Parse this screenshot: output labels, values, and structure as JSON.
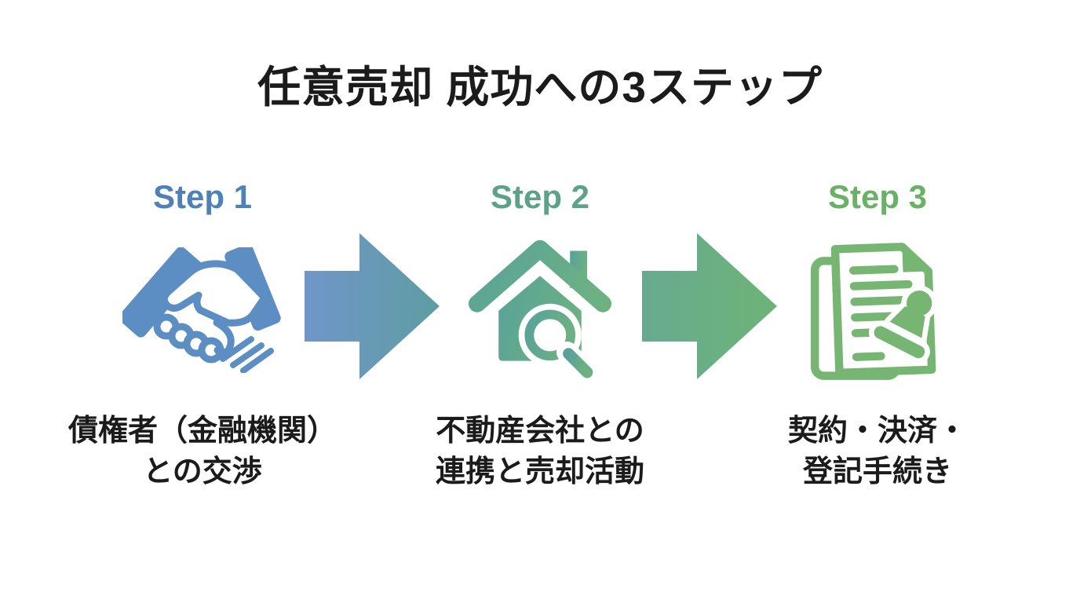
{
  "title": "任意売却 成功への3ステップ",
  "steps": [
    {
      "label": "Step 1",
      "icon": "handshake-icon",
      "caption_line1": "債権者（金融機関）",
      "caption_line2": "との交渉"
    },
    {
      "label": "Step 2",
      "icon": "house-magnifier-icon",
      "caption_line1": "不動産会社との",
      "caption_line2": "連携と売却活動"
    },
    {
      "label": "Step 3",
      "icon": "document-stamp-icon",
      "caption_line1": "契約・決済・",
      "caption_line2": "登記手続き"
    }
  ],
  "colors": {
    "background": "#ffffff",
    "text": "#1b1b1b",
    "step1": "#4e81b7",
    "step2": "#5ca189",
    "step3": "#68b166",
    "icon1": "#5c8ec4",
    "arrow1_start": "#7096c8",
    "arrow1_end": "#5f9da2",
    "icon2_start": "#58a29a",
    "icon2_end": "#6cb083",
    "arrow2_start": "#68aa91",
    "arrow2_end": "#6db377",
    "icon3": "#76b672"
  }
}
